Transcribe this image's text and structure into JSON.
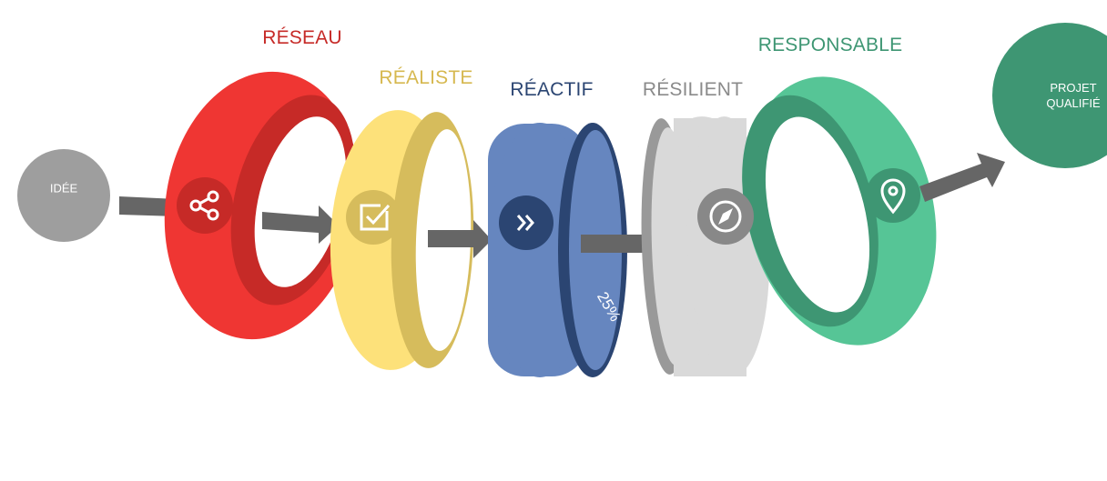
{
  "start": {
    "label": "IDÉE",
    "color": "#9e9e9e"
  },
  "end": {
    "label_line1": "PROJET",
    "label_line2": "QUALIFIÉ",
    "color": "#3e9673"
  },
  "stages": [
    {
      "label": "RÉSEAU",
      "color": "#ef3633",
      "dark": "#c62a27",
      "icon": "share-icon"
    },
    {
      "label": "RÉALISTE",
      "color": "#fde17a",
      "dark": "#d6bc5c",
      "text_color": "#d6b84f",
      "icon": "checkbox-icon"
    },
    {
      "label": "RÉACTIF",
      "color": "#6686bf",
      "dark": "#2b4572",
      "icon": "double-chevron-right-icon"
    },
    {
      "label": "RÉSILIENT",
      "color": "#d9d9d9",
      "dark": "#999999",
      "text_color": "#8a8a8a",
      "icon": "compass-icon"
    },
    {
      "label": "RESPONSABLE",
      "color": "#56c596",
      "dark": "#3e9673",
      "text_color": "#3e9673",
      "icon": "location-pin-icon"
    }
  ],
  "annotation": "25%",
  "arrow_color": "#666666"
}
